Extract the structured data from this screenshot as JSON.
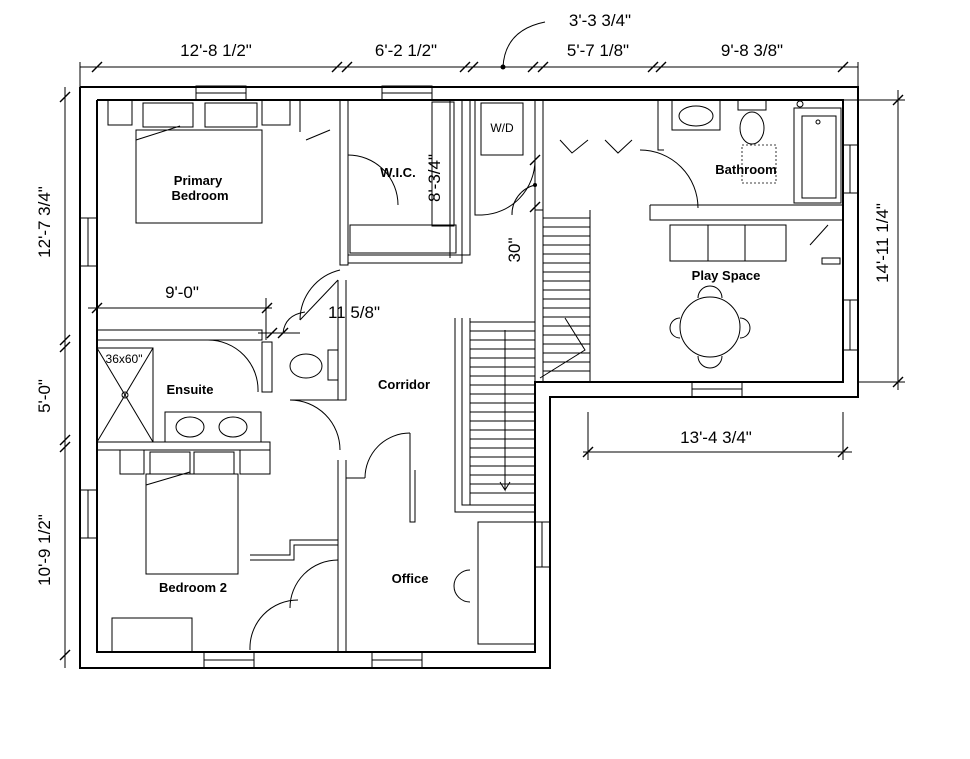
{
  "rooms": {
    "primary_bedroom": [
      "Primary",
      "Bedroom"
    ],
    "wic": "W.I.C.",
    "wd": "W/D",
    "bathroom": "Bathroom",
    "play_space": "Play Space",
    "ensuite": "Ensuite",
    "corridor": "Corridor",
    "bedroom2": "Bedroom 2",
    "office": "Office",
    "shower": "36x60\""
  },
  "dimensions": {
    "top_1": "12'-8 1/2\"",
    "top_2": "6'-2 1/2\"",
    "top_3": "3'-3 3/4\"",
    "top_4": "5'-7 1/8\"",
    "top_5": "9'-8 3/8\"",
    "left_1": "12'-7 3/4\"",
    "left_2": "5'-0\"",
    "left_3": "10'-9 1/2\"",
    "right_1": "14'-11 1/4\"",
    "wic_depth": "8'-3/4\"",
    "stair_30": "30\"",
    "bed_width": "9'-0\"",
    "ensuite_gap": "11 5/8\"",
    "play_width": "13'-4 3/4\""
  }
}
